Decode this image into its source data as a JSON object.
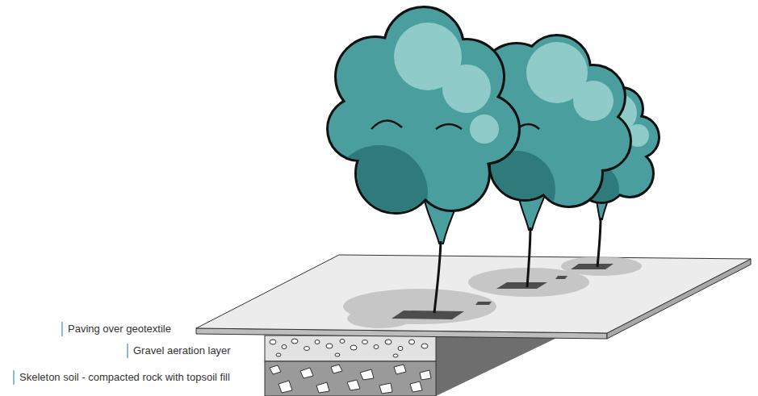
{
  "diagram": {
    "labels": [
      "Paving over geotextile",
      "Gravel aeration layer",
      "Skeleton soil - compacted rock with topsoil fill"
    ]
  }
}
